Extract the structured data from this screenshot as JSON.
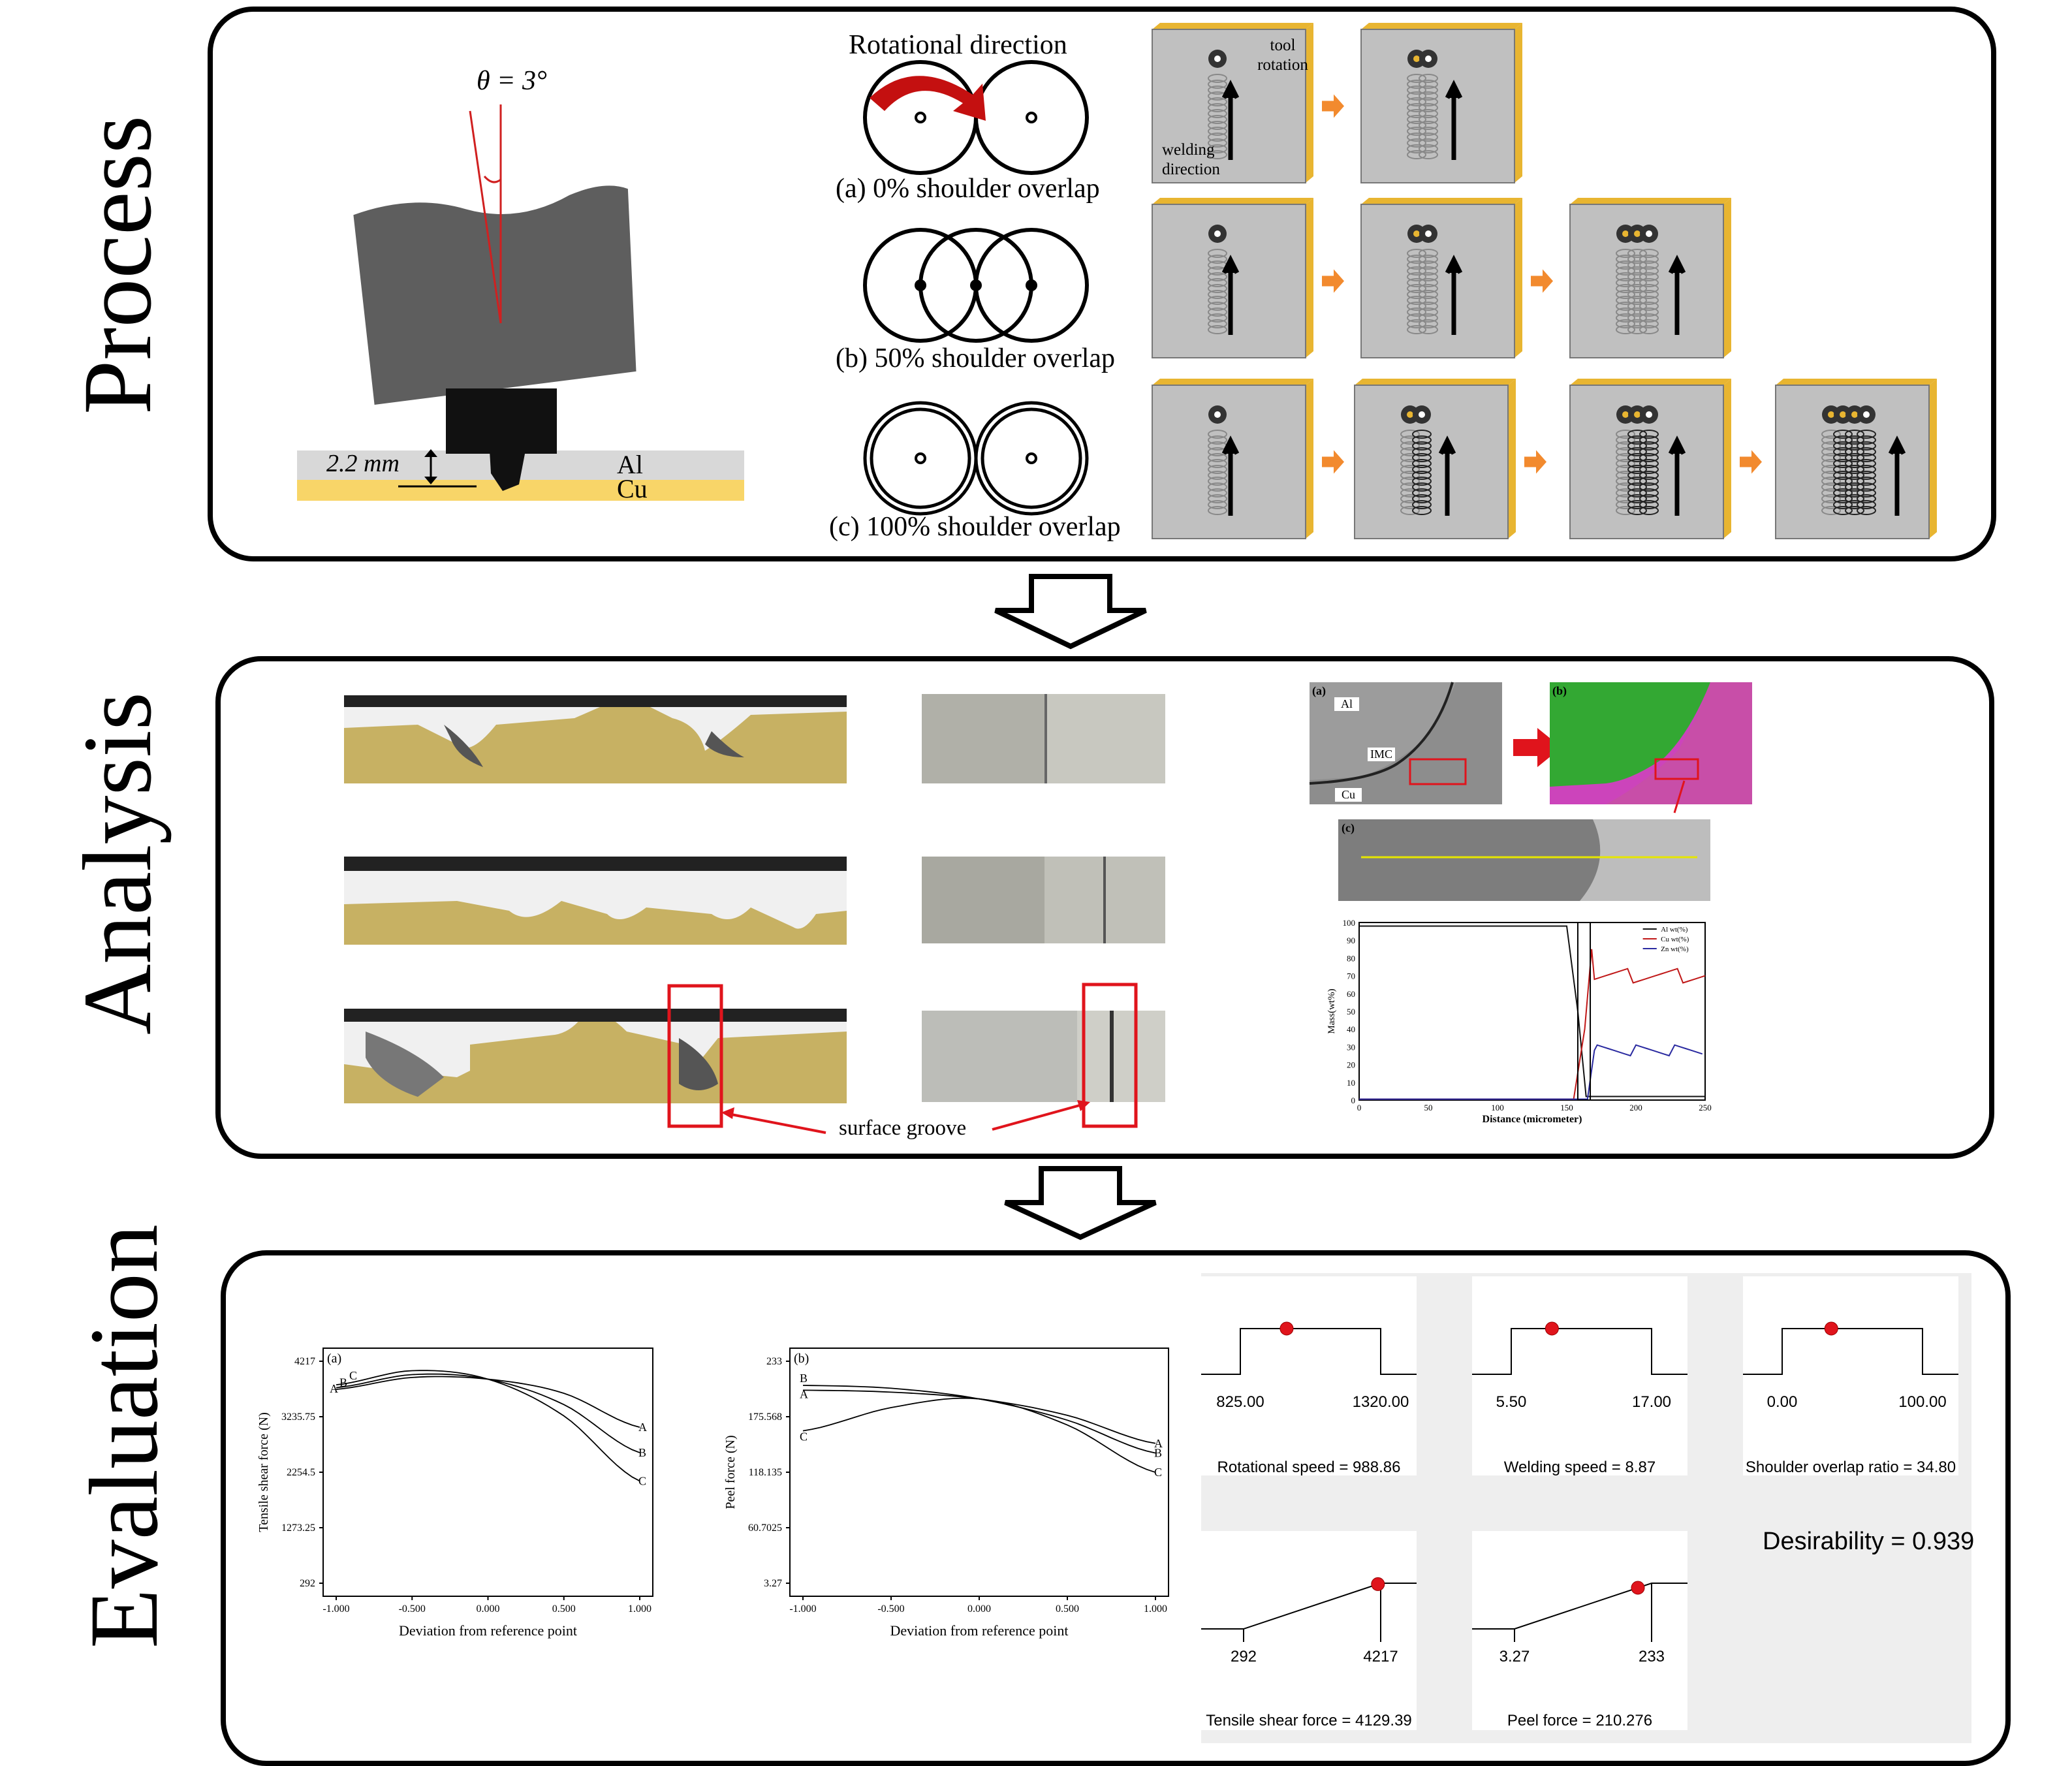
{
  "sections": {
    "process": "Process",
    "analysis": "Analysis",
    "evaluation": "Evaluation"
  },
  "process": {
    "angle_label": "θ = 3°",
    "depth_label": "2.2 mm",
    "al_label": "Al",
    "cu_label": "Cu",
    "rotation_title": "Rotational direction",
    "overlaps": [
      "(a) 0% shoulder overlap",
      "(b) 50% shoulder overlap",
      "(c) 100% shoulder overlap"
    ],
    "tool_rotation_label": "tool rotation",
    "welding_direction_label": "welding direction"
  },
  "analysis": {
    "surface_groove_label": "surface groove",
    "sem": {
      "a": "(a)",
      "b": "(b)",
      "c": "(c)",
      "al": "Al",
      "imc": "IMC",
      "cu": "Cu"
    },
    "line_scan": {
      "ylabel": "Mass(wt%)",
      "xlabel": "Distance (micrometer)",
      "legend": [
        "Al wt(%)",
        "Cu wt(%)",
        "Zn wt(%)"
      ],
      "y_ticks": [
        "0",
        "10",
        "20",
        "30",
        "40",
        "50",
        "60",
        "70",
        "80",
        "90",
        "100"
      ],
      "x_ticks": [
        "0",
        "50",
        "100",
        "150",
        "200",
        "250"
      ]
    }
  },
  "chart_data": [
    {
      "type": "line",
      "panel_label": "(a)",
      "ylabel": "Tensile shear force (N)",
      "xlabel": "Deviation from reference point",
      "x_ticks": [
        "-1.000",
        "-0.500",
        "0.000",
        "0.500",
        "1.000"
      ],
      "y_ticks": [
        "292",
        "1273.25",
        "2254.5",
        "3235.75",
        "4217"
      ],
      "xlim": [
        -1,
        1
      ],
      "ylim": [
        292,
        4217
      ],
      "x": [
        -1,
        -0.5,
        0,
        0.5,
        1
      ],
      "series": [
        {
          "name": "A",
          "values": [
            3720,
            3930,
            3900,
            3650,
            3050
          ]
        },
        {
          "name": "B",
          "values": [
            3750,
            3980,
            3900,
            3450,
            2600
          ]
        },
        {
          "name": "C",
          "values": [
            3800,
            4050,
            3900,
            3250,
            2100
          ]
        }
      ]
    },
    {
      "type": "line",
      "panel_label": "(b)",
      "ylabel": "Peel force (N)",
      "xlabel": "Deviation from reference point",
      "x_ticks": [
        "-1.000",
        "-0.500",
        "0.000",
        "0.500",
        "1.000"
      ],
      "y_ticks": [
        "3.27",
        "60.7025",
        "118.135",
        "175.568",
        "233"
      ],
      "xlim": [
        -1,
        1
      ],
      "ylim": [
        3.27,
        233
      ],
      "x": [
        -1,
        -0.5,
        0,
        0.5,
        1
      ],
      "series": [
        {
          "name": "A",
          "values": [
            203,
            201,
            194,
            177,
            148
          ]
        },
        {
          "name": "B",
          "values": [
            208,
            205,
            194,
            172,
            138
          ]
        },
        {
          "name": "C",
          "values": [
            161,
            185,
            194,
            167,
            118
          ]
        }
      ]
    }
  ],
  "desirability": {
    "ramps": [
      {
        "low": "825.00",
        "high": "1320.00",
        "caption": "Rotational speed = 988.86",
        "level": 0.33
      },
      {
        "low": "5.50",
        "high": "17.00",
        "caption": "Welding speed = 8.87",
        "level": 0.29
      },
      {
        "low": "0.00",
        "high": "100.00",
        "caption": "Shoulder overlap ratio = 34.80",
        "level": 0.35
      },
      {
        "low": "292",
        "high": "4217",
        "caption": "Tensile shear force = 4129.39",
        "level": 0.98
      },
      {
        "low": "3.27",
        "high": "233",
        "caption": "Peel force = 210.276",
        "level": 0.9
      }
    ],
    "overall": "Desirability = 0.939"
  },
  "colors": {
    "al": "#d8d8d8",
    "cu": "#f8d568",
    "arrow_orange": "#f28a2e",
    "red": "#e0141c",
    "tool_gray": "#5e5e5e"
  }
}
